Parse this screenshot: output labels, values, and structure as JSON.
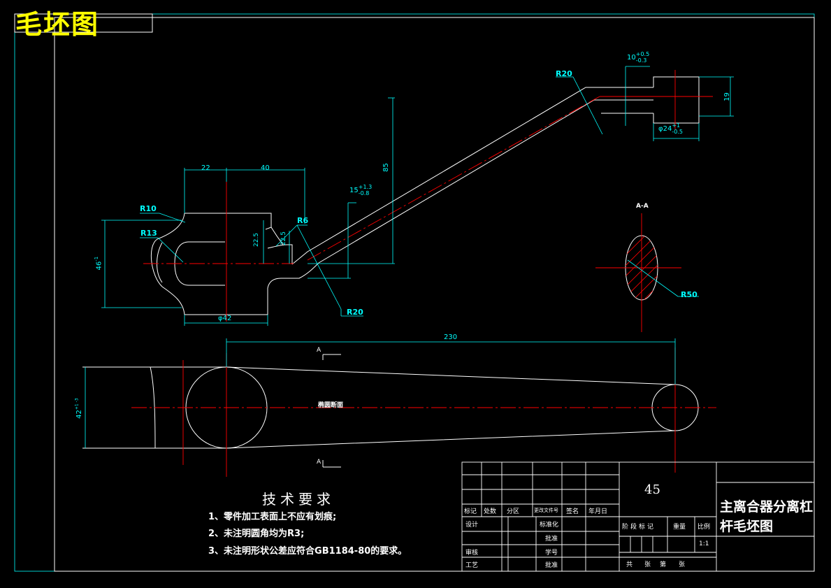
{
  "title": "毛坯图",
  "dims": {
    "d22": "22",
    "d40": "40",
    "d85": "85",
    "d230": "230",
    "d46": "46",
    "d46_tol": "-1",
    "d42": "42",
    "d42_tol": "+1 -3",
    "d42_dia": "φ42",
    "d15": "15",
    "d15_tol_up": "+1.3",
    "d15_tol_dn": "-0.8",
    "d10": "10",
    "d10_tol_up": "+0.5",
    "d10_tol_dn": "-0.3",
    "d24": "φ24",
    "d24_tol_up": "+1",
    "d24_tol_dn": "-0.5",
    "d19": "19",
    "d225a": "22.5",
    "d225b": "22.5",
    "r10": "R10",
    "r13": "R13",
    "r6": "R6",
    "r20_top": "R20",
    "r20_bottom": "R20",
    "r50": "R50",
    "section_label": "A-A",
    "cut_a_top": "A",
    "cut_a_bottom": "A",
    "section_note": "椭圆断面"
  },
  "tech_req": {
    "heading": "技术要求",
    "items": [
      "1、零件加工表面上不应有划痕;",
      "2、未注明圆角均为R3;",
      "3、未注明形状公差应符合GB1184-80的要求。"
    ]
  },
  "title_block": {
    "material": "45",
    "part_name_line1": "主离合器分离杠",
    "part_name_line2": "杆毛坯图",
    "row_labels": [
      "标记",
      "处数",
      "分区",
      "更改文件号",
      "签名",
      "年月日"
    ],
    "left_labels": [
      "设计",
      "审核",
      "工艺"
    ],
    "mid_labels": [
      "标准化",
      "批准",
      "学号",
      "批准"
    ],
    "right_labels": [
      "阶段标记",
      "重量",
      "比例"
    ],
    "scale": "1:1",
    "sheet_info": [
      "共",
      "张",
      "第",
      "张"
    ]
  }
}
